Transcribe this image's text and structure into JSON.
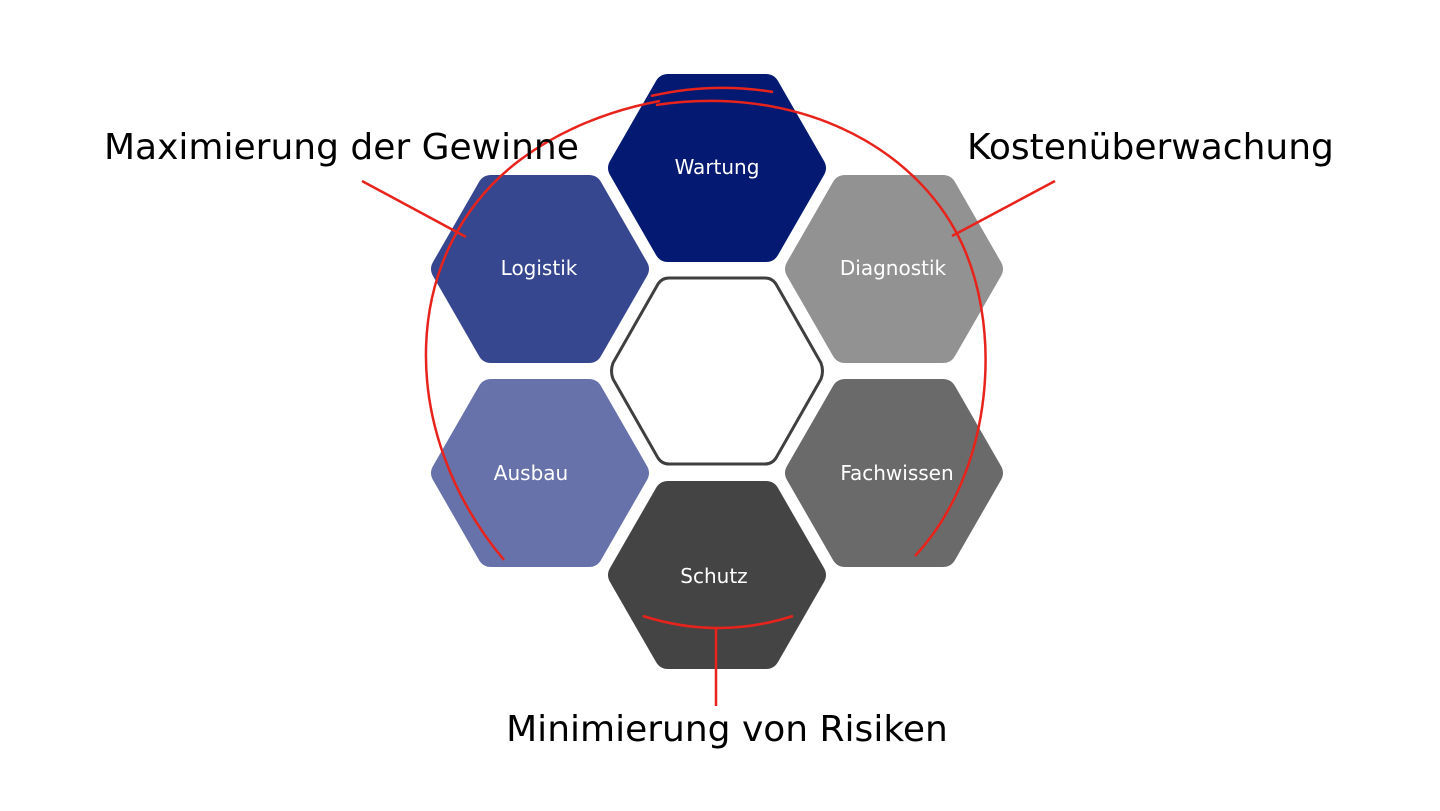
{
  "hexagons": {
    "top": {
      "label": "Wartung",
      "color": "#041a72"
    },
    "upper_left": {
      "label": "Logistik",
      "color": "#37478f"
    },
    "upper_right": {
      "label": "Diagnostik",
      "color": "#929292"
    },
    "lower_left": {
      "label": "Ausbau",
      "color": "#6872aa"
    },
    "lower_right": {
      "label": "Fachwissen",
      "color": "#6a6a6a"
    },
    "bottom": {
      "label": "Schutz",
      "color": "#444444"
    },
    "center": {
      "label": "",
      "outline_color": "#3f3f3f"
    }
  },
  "callouts": {
    "left": "Maximierung der Gewinne",
    "right": "Kostenüberwachung",
    "bottom": "Minimierung von Risiken"
  },
  "accent_color": "#e8231b"
}
